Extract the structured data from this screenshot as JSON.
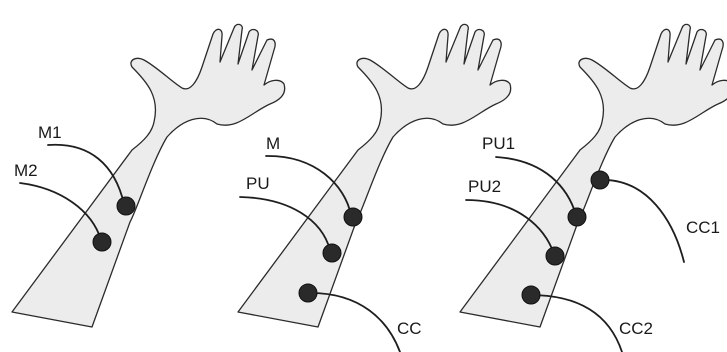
{
  "figure": {
    "panels": [
      {
        "id": "panel-1",
        "electrodes": [
          {
            "label": "M1"
          },
          {
            "label": "M2"
          }
        ]
      },
      {
        "id": "panel-2",
        "electrodes": [
          {
            "label": "M"
          },
          {
            "label": "PU"
          },
          {
            "label": "CC"
          }
        ]
      },
      {
        "id": "panel-3",
        "electrodes": [
          {
            "label": "PU1"
          },
          {
            "label": "PU2"
          },
          {
            "label": "CC1"
          },
          {
            "label": "CC2"
          }
        ]
      }
    ]
  },
  "colors": {
    "skin": "#ececec",
    "outline": "#2b2b2b",
    "electrode": "#2a2a2a",
    "wire": "#1e1e1e",
    "text": "#1a1a1a"
  }
}
